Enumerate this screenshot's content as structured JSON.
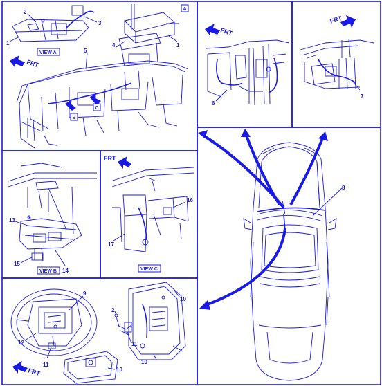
{
  "colors": {
    "ink": "#1a1ae6",
    "background": "#ffffff"
  },
  "panels": {
    "top_left": {
      "views": {
        "view_a": "VIEW A",
        "box_a": "A",
        "box_b": "B",
        "box_c": "C"
      },
      "frt": "FRT",
      "callouts": [
        "1",
        "2",
        "3",
        "4",
        "5",
        "1"
      ]
    },
    "top_middle": {
      "frt": "FRT",
      "callouts": [
        "6"
      ]
    },
    "top_right": {
      "frt": "FRT",
      "callouts": [
        "7"
      ]
    },
    "mid_left": {
      "view": "VIEW B",
      "callouts": [
        "13",
        "15",
        "14"
      ]
    },
    "mid_center": {
      "frt": "FRT",
      "view": "VIEW C",
      "callouts": [
        "16",
        "17"
      ]
    },
    "car": {
      "callouts": [
        "8"
      ]
    },
    "bottom": {
      "frt": "FRT",
      "callouts": [
        "9",
        "12",
        "11",
        "2",
        "11",
        "10",
        "10"
      ]
    }
  }
}
